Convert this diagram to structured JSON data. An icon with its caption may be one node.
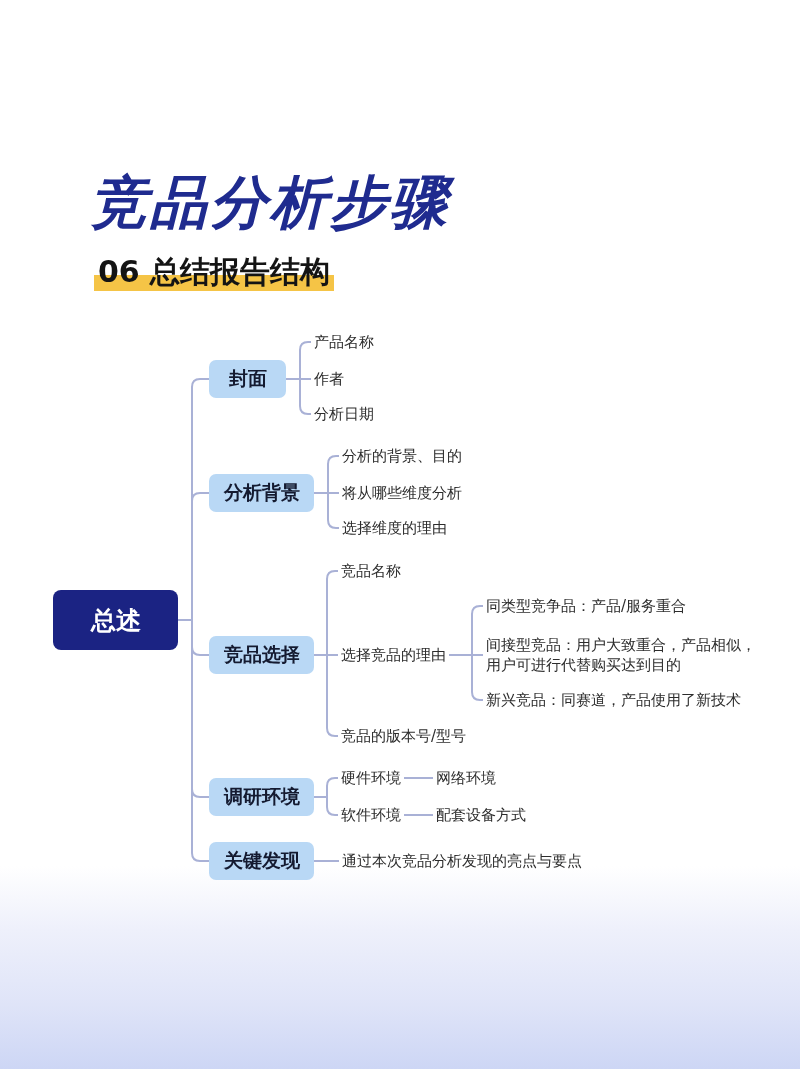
{
  "diagram": {
    "title": "竞品分析步骤",
    "nodes": [
      {
        "text": [
          "总述"
        ]
      },
      {
        "text": [
          "封面"
        ]
      },
      {
        "text": [
          "产品名称"
        ]
      },
      {
        "text": [
          "作者"
        ]
      },
      {
        "text": [
          "分析日期"
        ]
      },
      {
        "text": [
          "分析背景"
        ]
      },
      {
        "text": [
          "分析的背景、目的"
        ]
      },
      {
        "text": [
          "将从哪些维度分析"
        ]
      },
      {
        "text": [
          "选择维度的理由"
        ]
      },
      {
        "text": [
          "竞品选择"
        ]
      },
      {
        "text": [
          "竞品名称"
        ]
      },
      {
        "text": [
          "选择竞品的理由"
        ]
      },
      {
        "text": [
          "同类型竞争品：产品/服务重合"
        ]
      },
      {
        "text": [
          "间接型竞品：用户大致重合，产品相似，用户可进行代替购买达到目的"
        ]
      },
      {
        "text": [
          "新兴竞品：同赛道，产品使用了新技术"
        ]
      },
      {
        "text": [
          "竞品的版本号/型号"
        ]
      },
      {
        "text": [
          "调研环境"
        ]
      },
      {
        "text": [
          "硬件环境"
        ]
      },
      {
        "text": [
          "网络环境"
        ]
      },
      {
        "text": [
          "软件环境"
        ]
      },
      {
        "text": [
          "配套设备方式"
        ]
      },
      {
        "text": [
          "关键发现"
        ]
      },
      {
        "text": [
          "通过本次竞品分析发现的亮点与要点"
        ]
      }
    ],
    "edges": [
      {
        "from": 0,
        "to": 1,
        "arrow": "none"
      },
      {
        "from": 0,
        "to": 5,
        "arrow": "none"
      },
      {
        "from": 0,
        "to": 9,
        "arrow": "none"
      },
      {
        "from": 0,
        "to": 16,
        "arrow": "none"
      },
      {
        "from": 0,
        "to": 21,
        "arrow": "none"
      },
      {
        "from": 1,
        "to": 2,
        "arrow": "none"
      },
      {
        "from": 1,
        "to": 3,
        "arrow": "none"
      },
      {
        "from": 1,
        "to": 4,
        "arrow": "none"
      },
      {
        "from": 5,
        "to": 6,
        "arrow": "none"
      },
      {
        "from": 5,
        "to": 7,
        "arrow": "none"
      },
      {
        "from": 5,
        "to": 8,
        "arrow": "none"
      },
      {
        "from": 9,
        "to": 10,
        "arrow": "none"
      },
      {
        "from": 9,
        "to": 11,
        "arrow": "none"
      },
      {
        "from": 9,
        "to": 15,
        "arrow": "none"
      },
      {
        "from": 11,
        "to": 12,
        "arrow": "none"
      },
      {
        "from": 11,
        "to": 13,
        "arrow": "none"
      },
      {
        "from": 11,
        "to": 14,
        "arrow": "none"
      },
      {
        "from": 16,
        "to": 17,
        "arrow": "none"
      },
      {
        "from": 16,
        "to": 19,
        "arrow": "none"
      },
      {
        "from": 17,
        "to": 18,
        "arrow": "none"
      },
      {
        "from": 19,
        "to": 20,
        "arrow": "none"
      },
      {
        "from": 21,
        "to": 22,
        "arrow": "none"
      }
    ],
    "labels": [
      "06 总结报告结构"
    ]
  }
}
